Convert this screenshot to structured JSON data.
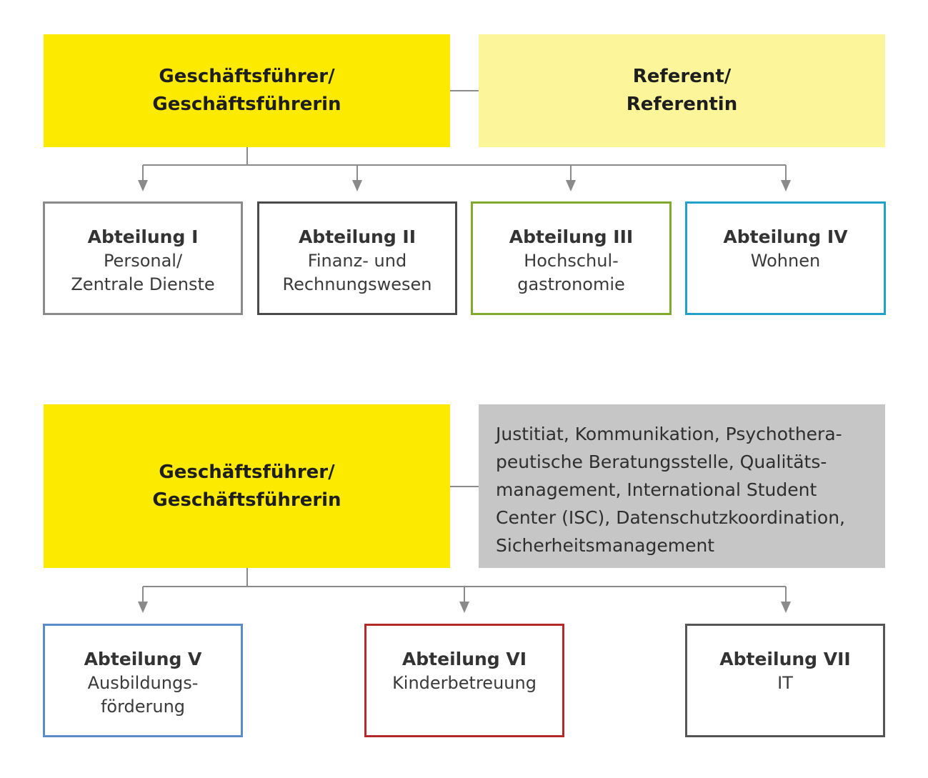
{
  "chart1": {
    "leader": {
      "line1": "Geschäftsführer/",
      "line2": "Geschäftsführerin"
    },
    "staff": {
      "line1": "Referent/",
      "line2": "Referentin"
    },
    "departments": [
      {
        "title": "Abteilung I",
        "subtitle": "Personal/\nZentrale Dienste",
        "color": "#8a8a8a"
      },
      {
        "title": "Abteilung II",
        "subtitle": "Finanz- und\nRechnungswesen",
        "color": "#4a4a4a"
      },
      {
        "title": "Abteilung III",
        "subtitle": "Hochschul-\ngastronomie",
        "color": "#7faa2e"
      },
      {
        "title": "Abteilung IV",
        "subtitle": "Wohnen",
        "color": "#22a0c8"
      }
    ]
  },
  "chart2": {
    "leader": {
      "line1": "Geschäftsführer/",
      "line2": "Geschäftsführerin"
    },
    "staff_units": "Justitiat, Kommunikation, Psychothera-\npeutische Beratungsstelle, Qualitäts-\nmanagement, International Student\nCenter (ISC), Datenschutzkoordination,\nSicherheitsmanagement",
    "departments": [
      {
        "title": "Abteilung V",
        "subtitle": "Ausbildungs-\nförderung",
        "color": "#5b8cc8"
      },
      {
        "title": "Abteilung VI",
        "subtitle": "Kinderbetreuung",
        "color": "#b22a2a"
      },
      {
        "title": "Abteilung VII",
        "subtitle": "IT",
        "color": "#555555"
      }
    ]
  },
  "colors": {
    "leader": "#fcea00",
    "staff": "#fdf59a",
    "staff_units": "#c6c6c6",
    "connector": "#8a8a8a"
  }
}
